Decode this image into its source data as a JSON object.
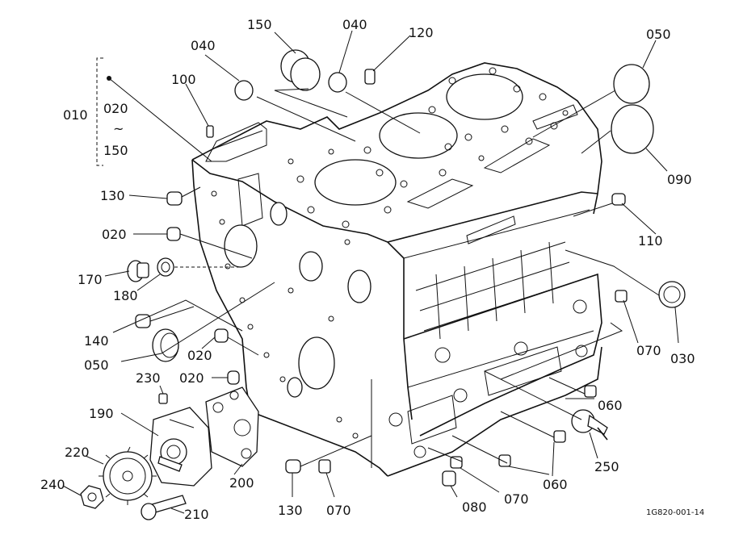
{
  "bracket": {
    "top": "020",
    "tilde": "~",
    "bottom": "150"
  },
  "labels": [
    {
      "id": "010",
      "text": "010"
    },
    {
      "id": "150",
      "text": "150"
    },
    {
      "id": "040a",
      "text": "040"
    },
    {
      "id": "040b",
      "text": "040"
    },
    {
      "id": "120",
      "text": "120"
    },
    {
      "id": "050a",
      "text": "050"
    },
    {
      "id": "100",
      "text": "100"
    },
    {
      "id": "090",
      "text": "090"
    },
    {
      "id": "130a",
      "text": "130"
    },
    {
      "id": "110",
      "text": "110"
    },
    {
      "id": "020a",
      "text": "020"
    },
    {
      "id": "170",
      "text": "170"
    },
    {
      "id": "180",
      "text": "180"
    },
    {
      "id": "140",
      "text": "140"
    },
    {
      "id": "020b",
      "text": "020"
    },
    {
      "id": "050b",
      "text": "050"
    },
    {
      "id": "020c",
      "text": "020"
    },
    {
      "id": "230",
      "text": "230"
    },
    {
      "id": "190",
      "text": "190"
    },
    {
      "id": "070a",
      "text": "070"
    },
    {
      "id": "030",
      "text": "030"
    },
    {
      "id": "060a",
      "text": "060"
    },
    {
      "id": "220",
      "text": "220"
    },
    {
      "id": "200",
      "text": "200"
    },
    {
      "id": "240",
      "text": "240"
    },
    {
      "id": "210",
      "text": "210"
    },
    {
      "id": "130b",
      "text": "130"
    },
    {
      "id": "070b",
      "text": "070"
    },
    {
      "id": "080",
      "text": "080"
    },
    {
      "id": "070c",
      "text": "070"
    },
    {
      "id": "060b",
      "text": "060"
    },
    {
      "id": "250",
      "text": "250"
    }
  ],
  "reference_code": "1G820-001-14"
}
